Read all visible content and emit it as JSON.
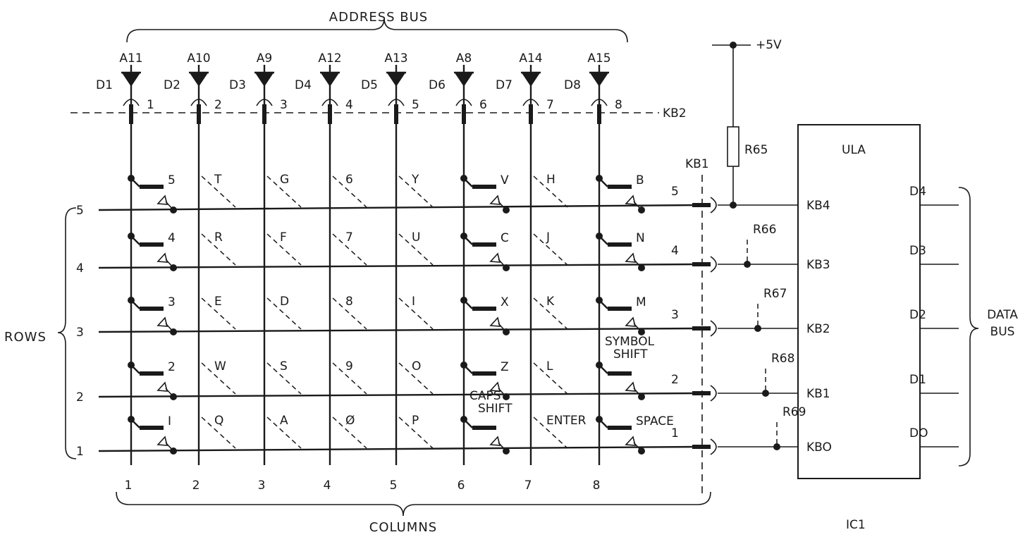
{
  "labels": {
    "address_bus": "ADDRESS BUS",
    "columns": "COLUMNS",
    "rows": "ROWS",
    "data_bus_line1": "DATA",
    "data_bus_line2": "BUS",
    "kb1": "KB1",
    "kb2": "KB2",
    "supply": "+5V",
    "r65": "R65",
    "ula": "ULA",
    "ic1": "IC1"
  },
  "columns": [
    {
      "addr": "A11",
      "diode": "D1",
      "pin": "1",
      "num": "1"
    },
    {
      "addr": "A10",
      "diode": "D2",
      "pin": "2",
      "num": "2"
    },
    {
      "addr": "A9",
      "diode": "D3",
      "pin": "3",
      "num": "3"
    },
    {
      "addr": "A12",
      "diode": "D4",
      "pin": "4",
      "num": "4"
    },
    {
      "addr": "A13",
      "diode": "D5",
      "pin": "5",
      "num": "5"
    },
    {
      "addr": "A8",
      "diode": "D6",
      "pin": "6",
      "num": "6"
    },
    {
      "addr": "A14",
      "diode": "D7",
      "pin": "7",
      "num": "7"
    },
    {
      "addr": "A15",
      "diode": "D8",
      "pin": "8",
      "num": "8"
    }
  ],
  "rows": [
    {
      "num": "5",
      "kb1_pin": "5",
      "ula_pin": "KB4",
      "resistor": "",
      "data": "D4"
    },
    {
      "num": "4",
      "kb1_pin": "4",
      "ula_pin": "KB3",
      "resistor": "R66",
      "data": "D3"
    },
    {
      "num": "3",
      "kb1_pin": "3",
      "ula_pin": "KB2",
      "resistor": "R67",
      "data": "D2"
    },
    {
      "num": "2",
      "kb1_pin": "2",
      "ula_pin": "KB1",
      "resistor": "R68",
      "data": "D1"
    },
    {
      "num": "1",
      "kb1_pin": "1",
      "ula_pin": "KBO",
      "resistor": "R69",
      "data": "DO"
    }
  ],
  "keys": [
    [
      "5",
      "T",
      "G",
      "6",
      "Y",
      "V",
      "H",
      "B"
    ],
    [
      "4",
      "R",
      "F",
      "7",
      "U",
      "C",
      "J",
      "N"
    ],
    [
      "3",
      "E",
      "D",
      "8",
      "I",
      "X",
      "K",
      "M"
    ],
    [
      "2",
      "W",
      "S",
      "9",
      "O",
      "Z",
      "L",
      "SYMBOL SHIFT"
    ],
    [
      "I",
      "Q",
      "A",
      "Ø",
      "P",
      "CAPS SHIFT",
      "ENTER",
      "SPACE"
    ]
  ],
  "switch_columns": [
    0,
    5,
    7
  ]
}
